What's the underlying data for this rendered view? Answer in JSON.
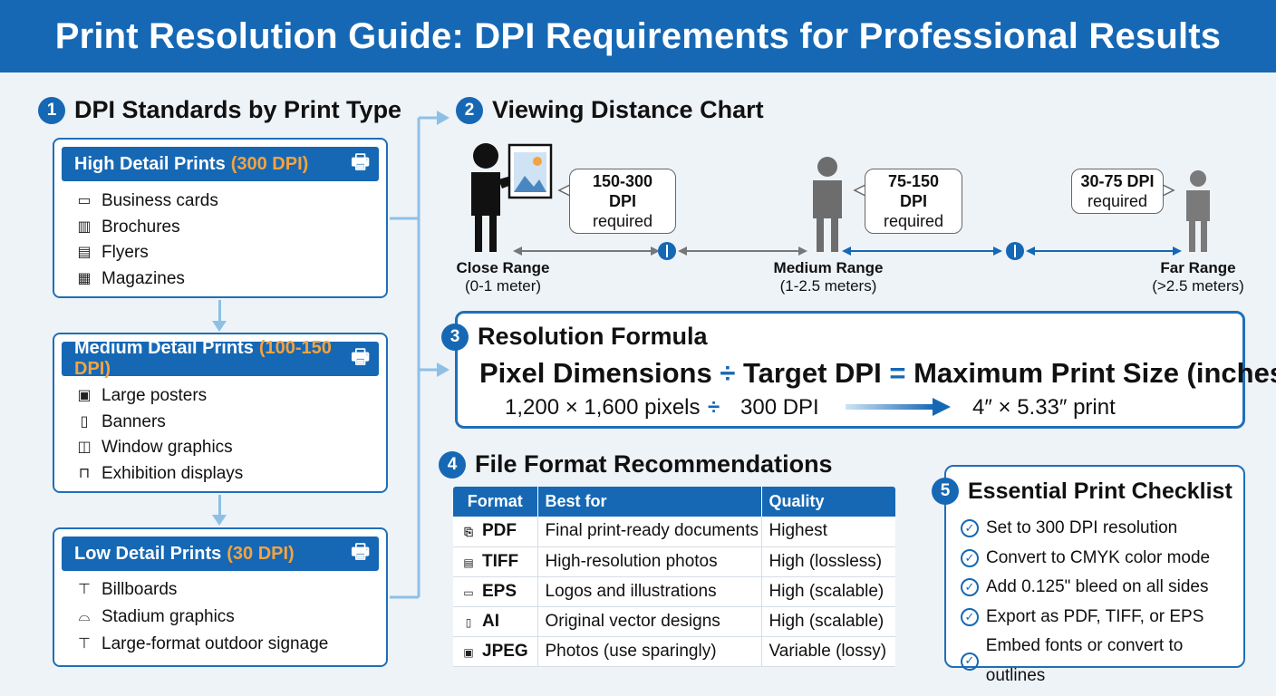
{
  "title": "Print Resolution Guide: DPI Requirements for Professional Results",
  "section1": {
    "num": "1",
    "title": "DPI Standards by Print Type",
    "cards": [
      {
        "label": "High Detail Prints",
        "dpi": "(300 DPI)",
        "items": [
          {
            "icon": "business-card-icon",
            "text": "Business cards"
          },
          {
            "icon": "brochure-icon",
            "text": "Brochures"
          },
          {
            "icon": "flyer-icon",
            "text": "Flyers"
          },
          {
            "icon": "magazine-icon",
            "text": "Magazines"
          }
        ]
      },
      {
        "label": "Medium Detail Prints",
        "dpi": "(100-150 DPI)",
        "items": [
          {
            "icon": "poster-icon",
            "text": "Large posters"
          },
          {
            "icon": "banner-icon",
            "text": "Banners"
          },
          {
            "icon": "window-icon",
            "text": "Window graphics"
          },
          {
            "icon": "exhibition-icon",
            "text": "Exhibition displays"
          }
        ]
      },
      {
        "label": "Low Detail Prints",
        "dpi": "(30 DPI)",
        "items": [
          {
            "icon": "billboard-icon",
            "text": "Billboards"
          },
          {
            "icon": "stadium-icon",
            "text": "Stadium graphics"
          },
          {
            "icon": "signage-icon",
            "text": "Large-format outdoor signage"
          }
        ]
      }
    ]
  },
  "section2": {
    "num": "2",
    "title": "Viewing Distance Chart",
    "ranges": [
      {
        "dpi": "150-300 DPI",
        "req": "required",
        "name": "Close Range",
        "dist": "(0-1 meter)"
      },
      {
        "dpi": "75-150 DPI",
        "req": "required",
        "name": "Medium Range",
        "dist": "(1-2.5 meters)"
      },
      {
        "dpi": "30-75 DPI",
        "req": "required",
        "name": "Far Range",
        "dist": "(>2.5 meters)"
      }
    ]
  },
  "section3": {
    "num": "3",
    "title": "Resolution Formula",
    "term1": "Pixel Dimensions",
    "op1": "÷",
    "term2": "Target DPI",
    "op2": "=",
    "term3": "Maximum Print Size (inches)",
    "ex_pixels": "1,200 × 1,600 pixels",
    "ex_op": "÷",
    "ex_dpi": "300 DPI",
    "ex_result": "4″ × 5.33″ print"
  },
  "section4": {
    "num": "4",
    "title": "File Format Recommendations",
    "headers": [
      "Format",
      "Best for",
      "Quality"
    ],
    "rows": [
      {
        "icon": "pdf-icon",
        "format": "PDF",
        "best": "Final print-ready documents",
        "quality": "Highest"
      },
      {
        "icon": "tiff-icon",
        "format": "TIFF",
        "best": "High-resolution photos",
        "quality": "High (lossless)"
      },
      {
        "icon": "eps-icon",
        "format": "EPS",
        "best": "Logos and illustrations",
        "quality": "High (scalable)"
      },
      {
        "icon": "ai-icon",
        "format": "AI",
        "best": "Original vector designs",
        "quality": "High (scalable)"
      },
      {
        "icon": "jpeg-icon",
        "format": "JPEG",
        "best": "Photos (use sparingly)",
        "quality": "Variable (lossy)"
      }
    ]
  },
  "section5": {
    "num": "5",
    "title": "Essential Print Checklist",
    "items": [
      "Set to 300 DPI resolution",
      "Convert to CMYK color mode",
      "Add 0.125\" bleed on all sides",
      "Export as PDF, TIFF, or EPS",
      "Embed fonts or convert to outlines"
    ]
  },
  "colors": {
    "primary": "#1668b4",
    "accent": "#f4a340",
    "connector": "#8ec0e6",
    "background": "#eef3f8"
  }
}
